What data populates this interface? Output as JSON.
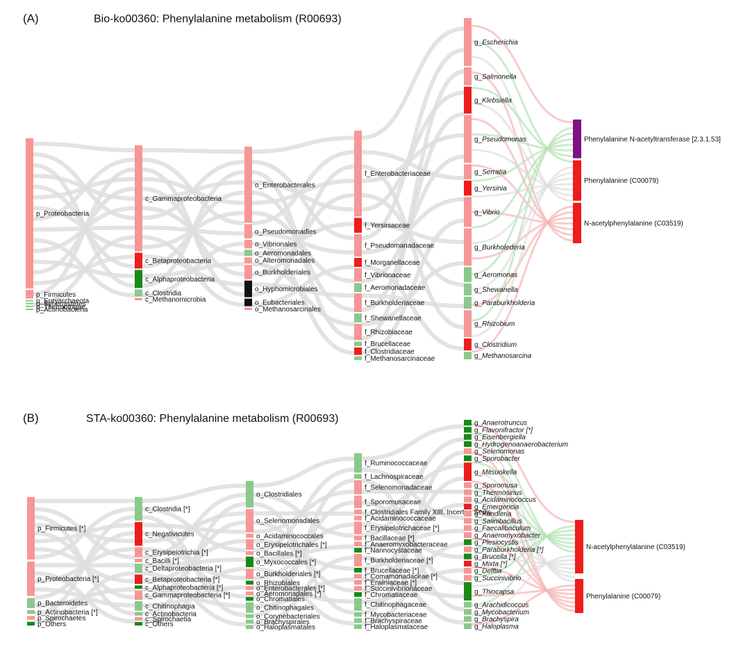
{
  "colors": {
    "light": "#f79696",
    "red": "#ee1c1c",
    "green": "#178a17",
    "lightgreen": "#8cc88c",
    "black": "#111111",
    "purple": "#7d1185",
    "flow": "#dedede",
    "flowred": "#f7b5b5",
    "flowgreen": "#b7e2b7"
  },
  "panels": [
    {
      "letter": "(A)",
      "title": "Bio-ko00360: Phenylalanine metabolism (R00693)",
      "columns": [
        {
          "items": [
            {
              "t": "p_Proteobacteria",
              "c": "light",
              "v": 31.0
            },
            {
              "t": "p_Firmicutes",
              "c": "light",
              "v": 1.8
            },
            {
              "t": "p_Euryarchaeota",
              "c": "lightgreen",
              "v": 0.3
            },
            {
              "t": "p_Synergistetes",
              "c": "lightgreen",
              "v": 0.3
            },
            {
              "t": "p_Thermotogae",
              "c": "lightgreen",
              "v": 0.3
            },
            {
              "t": "p_Actinobacteria",
              "c": "lightgreen",
              "v": 0.3
            }
          ]
        },
        {
          "items": [
            {
              "t": "c_Gammaproteobacteria",
              "c": "light",
              "v": 23.5
            },
            {
              "t": "c_Betaproteobacteria",
              "c": "red",
              "v": 3.5
            },
            {
              "t": "c_Alphaproteobacteria",
              "c": "green",
              "v": 4.0
            },
            {
              "t": "c_Clostridia",
              "c": "lightgreen",
              "v": 1.6
            },
            {
              "t": "c_Methanomicrobia",
              "c": "light",
              "v": 0.5
            }
          ]
        },
        {
          "items": [
            {
              "t": "o_Enterobacterales",
              "c": "light",
              "v": 16.0
            },
            {
              "t": "o_Pseudomonadles",
              "c": "light",
              "v": 3.0
            },
            {
              "t": "o_Vibrionales",
              "c": "light",
              "v": 1.8
            },
            {
              "t": "o_Aeromonadales",
              "c": "lightgreen",
              "v": 1.3
            },
            {
              "t": "o_Alteromonadales",
              "c": "light",
              "v": 1.3
            },
            {
              "t": "o_Burkholderiales",
              "c": "light",
              "v": 3.0
            },
            {
              "t": "o_Hyphomicrobiales",
              "c": "black",
              "v": 3.5
            },
            {
              "t": "o_Eubacteriales",
              "c": "black",
              "v": 1.6
            },
            {
              "t": "o_Methanosarcinales",
              "c": "light",
              "v": 0.5
            }
          ]
        },
        {
          "items": [
            {
              "t": "f_Enterobacteriaceae",
              "c": "light",
              "v": 11.5
            },
            {
              "t": "f_Yersiniaceae",
              "c": "red",
              "v": 2.0
            },
            {
              "t": "f_Pseudomanadaceae",
              "c": "light",
              "v": 3.0
            },
            {
              "t": "f_Morganellaceae",
              "c": "red",
              "v": 1.2
            },
            {
              "t": "f_Vibrionaceae",
              "c": "light",
              "v": 1.8
            },
            {
              "t": "f_Aeromonadaceae",
              "c": "lightgreen",
              "v": 1.2
            },
            {
              "t": "f_Burkholderiaceae",
              "c": "light",
              "v": 2.5
            },
            {
              "t": "f_Shewanellaceae",
              "c": "lightgreen",
              "v": 1.2
            },
            {
              "t": "f_Rhizobiaceae",
              "c": "light",
              "v": 2.2
            },
            {
              "t": "f_Brucellaceae",
              "c": "lightgreen",
              "v": 0.6
            },
            {
              "t": "f_Clostridiaceae",
              "c": "red",
              "v": 1.0
            },
            {
              "t": "f_Methanosarcinaceae",
              "c": "lightgreen",
              "v": 0.5
            }
          ]
        },
        {
          "italic": true,
          "items": [
            {
              "t": "Escherichia",
              "c": "light",
              "v": 3.2
            },
            {
              "t": "Salmonella",
              "c": "light",
              "v": 1.2
            },
            {
              "t": "Klebsiella",
              "c": "red",
              "v": 1.8
            },
            {
              "t": "Pseudomonas",
              "c": "light",
              "v": 3.2
            },
            {
              "t": "Serratia",
              "c": "light",
              "v": 1.0
            },
            {
              "t": "Yersinia",
              "c": "red",
              "v": 1.0
            },
            {
              "t": "Vibrio",
              "c": "light",
              "v": 2.0
            },
            {
              "t": "Burkholederia",
              "c": "light",
              "v": 2.5
            },
            {
              "t": "Aeromonas",
              "c": "lightgreen",
              "v": 1.0
            },
            {
              "t": "Shewanella",
              "c": "lightgreen",
              "v": 0.8
            },
            {
              "t": "Paraburkholderia",
              "c": "lightgreen",
              "v": 0.8
            },
            {
              "t": "Rhizobium",
              "c": "light",
              "v": 1.8
            },
            {
              "t": "Clostridium",
              "c": "red",
              "v": 0.8
            },
            {
              "t": "Methanosarcina",
              "c": "lightgreen",
              "v": 0.5
            }
          ]
        },
        {
          "items": [
            {
              "t": "Phenylalanine N-acetyltransferase [2.3.1.53]",
              "c": "purple",
              "v": 11.0
            },
            {
              "t": "Phenylalanine (C00079)",
              "c": "red",
              "v": 11.5
            },
            {
              "t": "N-acetylphenylalanine (C03519)",
              "c": "red",
              "v": 11.5
            }
          ]
        }
      ]
    },
    {
      "letter": "(B)",
      "title": "STA-ko00360: Phenylalanine metabolism (R00693)",
      "columns": [
        {
          "items": [
            {
              "t": "p_Firmicutes [*]",
              "c": "light",
              "v": 10.0
            },
            {
              "t": "p_Proteobacteria [*]",
              "c": "light",
              "v": 5.5
            },
            {
              "t": "p_Bacteroidetes",
              "c": "lightgreen",
              "v": 1.6
            },
            {
              "t": "p_Actinobacteria [*]",
              "c": "lightgreen",
              "v": 0.6
            },
            {
              "t": "p_Spirochaetes",
              "c": "light",
              "v": 0.6
            },
            {
              "t": "p_Others",
              "c": "green",
              "v": 0.6
            }
          ]
        },
        {
          "items": [
            {
              "t": "c_Clostridia [*]",
              "c": "lightgreen",
              "v": 4.0
            },
            {
              "t": "c_Negativicutes",
              "c": "red",
              "v": 4.0
            },
            {
              "t": "c_Erysipelotrichia [*]",
              "c": "light",
              "v": 1.7
            },
            {
              "t": "c_Bacilli [*]",
              "c": "light",
              "v": 0.6
            },
            {
              "t": "c_Deltaproteobacteria [*]",
              "c": "lightgreen",
              "v": 1.6
            },
            {
              "t": "c_Betaproteobacteria [*]",
              "c": "red",
              "v": 1.6
            },
            {
              "t": "c_Alphaproteobacteria [*]",
              "c": "green",
              "v": 0.6
            },
            {
              "t": "c_Gammaproteobacteria [*]",
              "c": "light",
              "v": 1.6
            },
            {
              "t": "c_Chitinophagia",
              "c": "lightgreen",
              "v": 1.6
            },
            {
              "t": "c_Actinobacteria",
              "c": "lightgreen",
              "v": 0.6
            },
            {
              "t": "c_Spirochaetia",
              "c": "light",
              "v": 0.6
            },
            {
              "t": "c_Others",
              "c": "green",
              "v": 0.6
            }
          ]
        },
        {
          "items": [
            {
              "t": "o_Clostridiales",
              "c": "lightgreen",
              "v": 4.0
            },
            {
              "t": "o_Selenomonadales",
              "c": "light",
              "v": 3.5
            },
            {
              "t": "o_Acidaminococcales",
              "c": "light",
              "v": 0.6
            },
            {
              "t": "o_Erysipelotrichales [*]",
              "c": "light",
              "v": 1.6
            },
            {
              "t": "o_Bacillales [*]",
              "c": "light",
              "v": 0.6
            },
            {
              "t": "o_Myxococcales [*]",
              "c": "green",
              "v": 1.6
            },
            {
              "t": "o_Burkholderiales [*]",
              "c": "light",
              "v": 1.6
            },
            {
              "t": "o_Rhizobiales",
              "c": "green",
              "v": 0.6
            },
            {
              "t": "o_Enterobacterales [*]",
              "c": "light",
              "v": 0.6
            },
            {
              "t": "o_Aeromonadales [*]",
              "c": "light",
              "v": 0.6
            },
            {
              "t": "o_Chromatiales",
              "c": "green",
              "v": 0.6
            },
            {
              "t": "o_Chitinophagales",
              "c": "lightgreen",
              "v": 1.6
            },
            {
              "t": "o_Corynebacteriales",
              "c": "lightgreen",
              "v": 0.6
            },
            {
              "t": "o_Brachyspirales",
              "c": "lightgreen",
              "v": 0.6
            },
            {
              "t": "o_Haloplasmatales",
              "c": "lightgreen",
              "v": 0.6
            }
          ]
        },
        {
          "items": [
            {
              "t": "f_Ruminococcaceae",
              "c": "lightgreen",
              "v": 2.5
            },
            {
              "t": "f_Lachnospiraceae",
              "c": "lightgreen",
              "v": 0.6
            },
            {
              "t": "f_Selenomonadaceae",
              "c": "light",
              "v": 1.8
            },
            {
              "t": "f_Sporomusaceae",
              "c": "light",
              "v": 1.6
            },
            {
              "t": "f_Clostridiales Family XIII. Incertae Sedis",
              "c": "light",
              "v": 0.6
            },
            {
              "t": "f_Acidaminococcaceae",
              "c": "light",
              "v": 0.6
            },
            {
              "t": "f_Erysipelotrichaceae [*]",
              "c": "light",
              "v": 1.6
            },
            {
              "t": "f_Bacillaceae [*]",
              "c": "light",
              "v": 0.6
            },
            {
              "t": "f_Anaeromyxobacteraceae",
              "c": "light",
              "v": 0.6
            },
            {
              "t": "f_Nannocystaceae",
              "c": "green",
              "v": 0.6
            },
            {
              "t": "f_Burkholderiaceae [*]",
              "c": "light",
              "v": 1.6
            },
            {
              "t": "f_Brucellaceae [*]",
              "c": "green",
              "v": 0.6
            },
            {
              "t": "f_Comamonadaceae [*]",
              "c": "light",
              "v": 0.6
            },
            {
              "t": "f_Erwiniaceae [*]",
              "c": "light",
              "v": 0.6
            },
            {
              "t": "f_Succinivibrionaceae",
              "c": "light",
              "v": 0.6
            },
            {
              "t": "f_Chromatiaceae",
              "c": "green",
              "v": 0.6
            },
            {
              "t": "f_Chitinophagaceae",
              "c": "lightgreen",
              "v": 1.6
            },
            {
              "t": "f_Mycobacteriaceae",
              "c": "lightgreen",
              "v": 0.6
            },
            {
              "t": "f_Brachyspiraceae",
              "c": "lightgreen",
              "v": 0.6
            },
            {
              "t": "f_Haloplasmataceae",
              "c": "lightgreen",
              "v": 0.6
            }
          ]
        },
        {
          "italic": true,
          "items": [
            {
              "t": "Anaerotruncus",
              "c": "green",
              "v": 0.5
            },
            {
              "t": "Flavonifractor [*]",
              "c": "green",
              "v": 0.5
            },
            {
              "t": "Eisenbergiella",
              "c": "green",
              "v": 0.5
            },
            {
              "t": "Hydrogenoanaerobacterium",
              "c": "green",
              "v": 0.5
            },
            {
              "t": "Selenomonas",
              "c": "light",
              "v": 0.5
            },
            {
              "t": "Sporobacter",
              "c": "green",
              "v": 0.5
            },
            {
              "t": "Mitsuokella",
              "c": "red",
              "v": 1.6
            },
            {
              "t": "Sporomusa",
              "c": "light",
              "v": 0.5
            },
            {
              "t": "Thermosinus",
              "c": "light",
              "v": 0.5
            },
            {
              "t": "Acidaminococcus",
              "c": "light",
              "v": 0.5
            },
            {
              "t": "Emergencia",
              "c": "red",
              "v": 0.5
            },
            {
              "t": "Kandleria",
              "c": "light",
              "v": 0.5
            },
            {
              "t": "Salinibacillus",
              "c": "light",
              "v": 0.5
            },
            {
              "t": "Faecalibaculum",
              "c": "light",
              "v": 0.5
            },
            {
              "t": "Anaeromyxobacter",
              "c": "light",
              "v": 0.5
            },
            {
              "t": "Plesiocystis",
              "c": "green",
              "v": 0.5
            },
            {
              "t": "Paraburkholderia [*]",
              "c": "light",
              "v": 0.5
            },
            {
              "t": "Brucella [*]",
              "c": "green",
              "v": 0.5
            },
            {
              "t": "Mixta [*]",
              "c": "red",
              "v": 0.5
            },
            {
              "t": "Delftia",
              "c": "light",
              "v": 0.5
            },
            {
              "t": "Succinivibrio",
              "c": "light",
              "v": 0.5
            },
            {
              "t": "Thiocapsa",
              "c": "green",
              "v": 1.6
            },
            {
              "t": "Arachidicoccus",
              "c": "lightgreen",
              "v": 0.5
            },
            {
              "t": "Mycobacterium",
              "c": "lightgreen",
              "v": 0.5
            },
            {
              "t": "Brachyspira",
              "c": "lightgreen",
              "v": 0.5
            },
            {
              "t": "Haloplasma",
              "c": "lightgreen",
              "v": 0.5
            }
          ]
        },
        {
          "items": [
            {
              "t": "N-acetylphenylalanine (C03519)",
              "c": "red",
              "v": 11.0
            },
            {
              "t": "Phenylalanine (C00079)",
              "c": "red",
              "v": 7.0
            }
          ]
        }
      ]
    }
  ]
}
